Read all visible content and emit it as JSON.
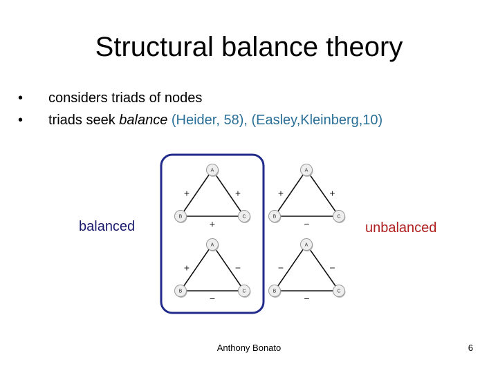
{
  "slide": {
    "title": "Structural balance theory",
    "bullets": [
      {
        "bullet": "•",
        "text": "considers triads of nodes"
      },
      {
        "bullet": "•",
        "pre": "triads seek ",
        "italic": "balance",
        "cite": " (Heider, 58), (Easley,Kleinberg,10)"
      }
    ],
    "labels": {
      "balanced": "balanced",
      "unbalanced": "unbalanced"
    },
    "footer": {
      "author": "Anthony Bonato",
      "page": "6"
    }
  },
  "triads": [
    {
      "nodes": [
        "A",
        "B",
        "C"
      ],
      "signs": {
        "ab": "+",
        "ac": "+",
        "bc": "+"
      },
      "group": "balanced"
    },
    {
      "nodes": [
        "A",
        "B",
        "C"
      ],
      "signs": {
        "ab": "+",
        "ac": "+",
        "bc": "−"
      },
      "group": "unbalanced"
    },
    {
      "nodes": [
        "A",
        "B",
        "C"
      ],
      "signs": {
        "ab": "+",
        "ac": "−",
        "bc": "−"
      },
      "group": "balanced"
    },
    {
      "nodes": [
        "A",
        "B",
        "C"
      ],
      "signs": {
        "ab": "−",
        "ac": "−",
        "bc": "−"
      },
      "group": "unbalanced"
    }
  ],
  "colors": {
    "balanced_box": "#1f2a8a",
    "edge": "#111111",
    "node_fill": "#eeeeee"
  }
}
